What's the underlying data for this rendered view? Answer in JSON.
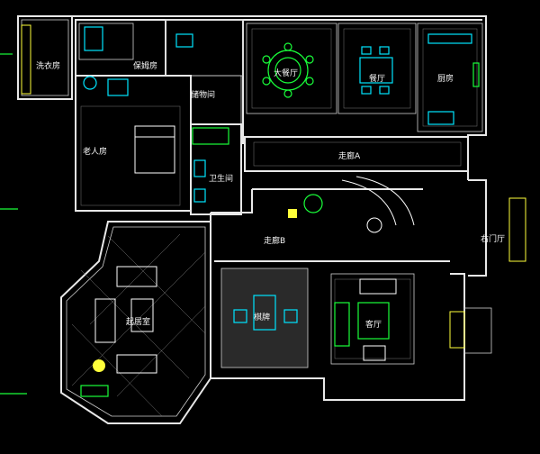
{
  "rooms": {
    "laundry": "洗衣房",
    "nanny": "保姆房",
    "storage": "储物间",
    "elderly": "老人房",
    "bath": "卫生间",
    "big_dining": "大餐厅",
    "dining": "餐厅",
    "kitchen": "厨房",
    "corridor_a": "走廊A",
    "corridor_b": "走廊B",
    "right_foyer": "右门厅",
    "lounge": "起居室",
    "chess": "棋牌",
    "living": "客厅"
  },
  "colors": {
    "background": "#000000",
    "walls": "#e8e8e8",
    "fixtures_cyan": "#00e5ff",
    "fixtures_green": "#19ff3a",
    "windows_yellow": "#ffff3a"
  }
}
